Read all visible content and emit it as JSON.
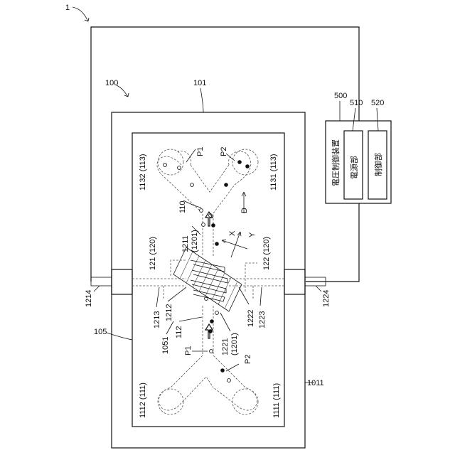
{
  "labels": {
    "system": "1",
    "device": "100",
    "outer_box": "101",
    "box_side": "1011",
    "substrate": "105",
    "channel": "110",
    "lower_channel": "112",
    "port_1132": "1132 (113)",
    "port_1131": "1131 (113)",
    "port_1112": "1112 (111)",
    "port_1111": "1111 (111)",
    "p1_top": "P1",
    "p2_top": "P2",
    "p1_bottom": "P1",
    "p2_bottom": "P2",
    "electrode_left": "121 (120)",
    "electrode_right": "122 (120)",
    "comb_1211": "1211",
    "comb_1201_top": "(1201)",
    "comb_1221": "1221",
    "comb_1201_bottom": "(1201)",
    "lead_1212": "1212",
    "lead_1213": "1213",
    "lead_1222": "1222",
    "lead_1223": "1223",
    "terminal_1214": "1214",
    "terminal_1224": "1224",
    "ref_1051": "1051",
    "axis_x": "X",
    "axis_y": "Y",
    "axis_d": "D",
    "voltage_controller_num": "500",
    "voltage_controller": "電圧制御装置",
    "power_unit_num": "510",
    "power_unit": "電源部",
    "control_unit_num": "520",
    "control_unit": "制御部"
  }
}
